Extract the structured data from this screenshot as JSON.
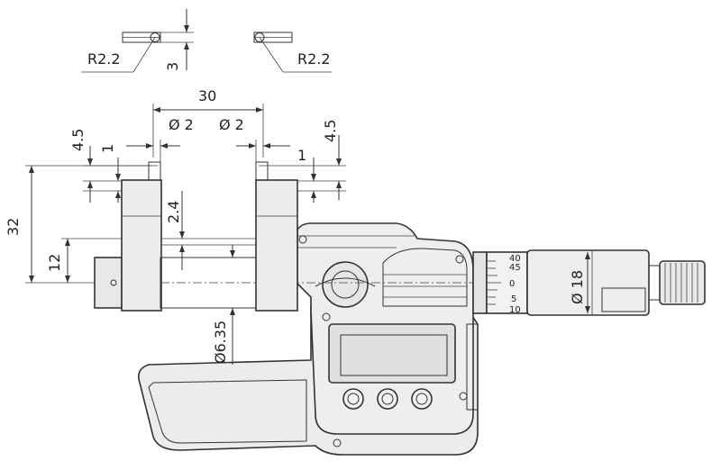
{
  "dimensions": {
    "tip_radius_left": "R2.2",
    "tip_radius_right": "R2.2",
    "tip_thickness": "3",
    "span_between_tips": "30",
    "tip_diameter_left": "Ø 2",
    "tip_diameter_right": "Ø 2",
    "tip_step_left": "4.5",
    "tip_step_right": "4.5",
    "tip_offset_left": "1",
    "tip_offset_right": "1",
    "anvil_gap": "2.4",
    "overall_height": "32",
    "spindle_center_height": "12",
    "spindle_diameter": "Ø6.35",
    "thimble_diameter": "Ø 18"
  },
  "scale": {
    "upper": "40",
    "mid": "45",
    "zero": "0",
    "five": "5",
    "ten": "10"
  },
  "colors": {
    "line": "#333333",
    "body_fill": "#ececec",
    "body_shade": "#d8d8d8",
    "lcd_fill": "#e4e4e4"
  }
}
